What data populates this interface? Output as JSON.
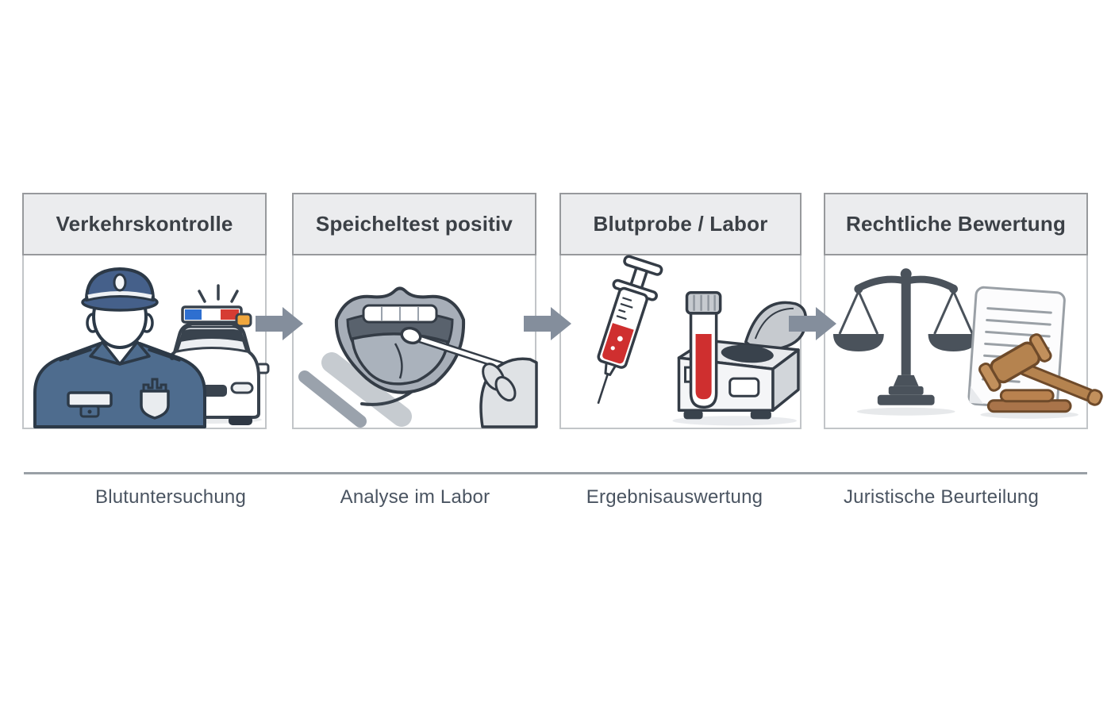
{
  "diagram": {
    "type": "process-flow",
    "language": "de",
    "background": "#ffffff",
    "step_count": 4
  },
  "steps": [
    {
      "title": "Verkehrskontrolle",
      "caption": "Blutuntersuchung",
      "icons": [
        "police-officer-icon",
        "police-car-icon"
      ]
    },
    {
      "title": "Speicheltest positiv",
      "caption": "Analyse im Labor",
      "icons": [
        "mouth-swab-icon",
        "hand-icon"
      ]
    },
    {
      "title": "Blutprobe / Labor",
      "caption": "Ergebnisauswertung",
      "icons": [
        "syringe-icon",
        "blood-tube-icon",
        "centrifuge-icon"
      ]
    },
    {
      "title": "Rechtliche Bewertung",
      "caption": "Juristische Beurteilung",
      "icons": [
        "scales-of-justice-icon",
        "legal-document-icon",
        "gavel-icon"
      ]
    }
  ],
  "colors": {
    "panel_header_bg": "#ebecee",
    "panel_header_border": "#97999c",
    "panel_body_border": "#c2c5c8",
    "header_text": "#3b4046",
    "caption_text": "#4a5461",
    "arrow": "#848e9c",
    "divider": "#9aa0a6",
    "police_uniform_blue": "#4e6c8e",
    "siren_blue": "#2e6fd0",
    "siren_red": "#d63c33",
    "siren_amber": "#f0a63c",
    "blood_red": "#cf2f2f",
    "gray_illustration": "#a7aeb8",
    "scales_gray": "#4a525b",
    "gavel_brown": "#b5834f"
  }
}
